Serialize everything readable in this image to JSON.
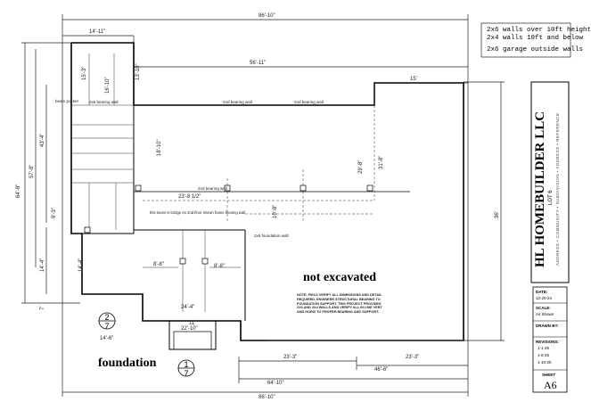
{
  "notes": {
    "line1": "2x6 walls over 10ft height",
    "line2": "2x4 walls 10ft and below",
    "line3": "2x6 garage outside walls"
  },
  "title_block": {
    "company": "HL HOMEBUILDER LLC",
    "lot": "LOT 6",
    "address": "ADDRESS • COMMUNITY • SUBDIVISION • ADDRESS • REFERENCE",
    "date_label": "DATE:",
    "date_value": "12-20-24",
    "scale_label": "SCALE:",
    "scale_value": "As Shown",
    "drawn_label": "DRAWN BY:",
    "revisions_label": "REVISIONS:",
    "rev1": "1-1-25",
    "rev2": "1-6-25",
    "rev3": "1-10-25",
    "sheet_label": "SHEET",
    "sheet_value": "A6"
  },
  "labels": {
    "not_excavated": "not excavated",
    "foundation": "foundation",
    "callout1_top": "2",
    "callout1_bottom": "7",
    "callout2_top": "1",
    "callout2_bottom": "7",
    "top_overall": "86'-10\"",
    "top_left": "14'-11\"",
    "top_mid": "56'-11\"",
    "top_right": "15'",
    "bottom_overall": "86'-10\"",
    "bottom_a": "64'-10\"",
    "bottom_b": "46'-6\"",
    "bottom_c": "23'-3\"",
    "bottom_d": "23'-3\"",
    "left_overall": "64'-8\"",
    "left_a": "57'-8\"",
    "left_b": "43'-4\"",
    "left_c": "14'-4\"",
    "left_d": "9'-3\"",
    "left_e": "7'",
    "right_height": "36'",
    "mid_a": "23'-8 1/2\"",
    "mid_b": "18'-10\"",
    "mid_c": "29'-8\"",
    "mid_d": "31'-8\"",
    "mid_e": "10'-8\"",
    "porch_a": "24'-4\"",
    "porch_b": "22'-10\"",
    "porch_c": "11'",
    "porch_d": "8'-8\"",
    "porch_e": "8'-8\"",
    "porch_f": "14'-4\"",
    "porch_g": "14'-6\"",
    "stair_a": "15'-3\"",
    "stair_b": "16'-10\"",
    "stair_c": "13'-10\"",
    "bearing1": "2x6 bearing wall",
    "bearing2": "2nd bearing wall",
    "bearing3": "2nd bearing wall",
    "bearing4": "2nd bearing wall",
    "beam_pocket": "beam pocket",
    "foundation_note": "NOTE: FIELD VERIFY ALL DIMENSIONS AND DETAIL REQUIRED. ENGINEER STRUCTURAL BEARING TO FOUNDATION SUPPORT. THIS PROJECT PROVIDES 2X6 AND 2X4 WALLS AND VERIFY ALL IN LINE VERT AND HORIZ TO PROPER BEARING AND SUPPORT.",
    "garage_note": "2x6 foundation wall",
    "ledger_note": "this beam is bridge on 2nd floor shown frame bearing wall"
  }
}
